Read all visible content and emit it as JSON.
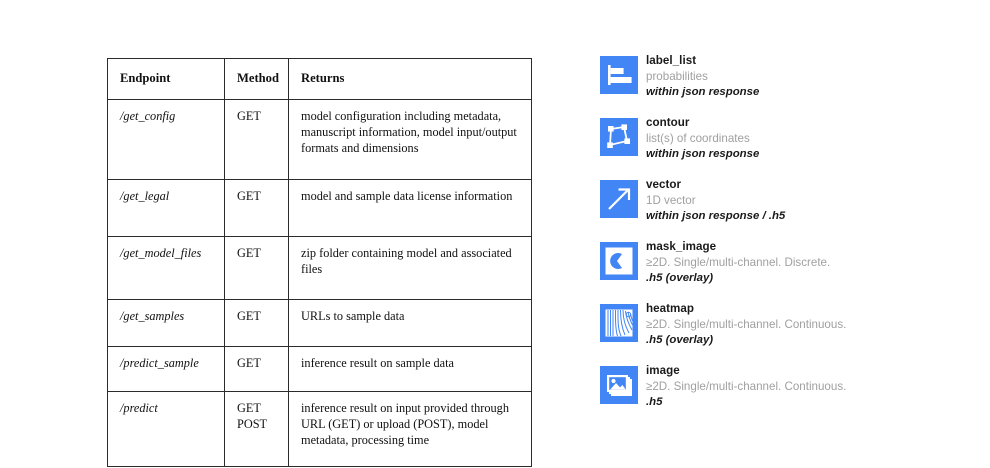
{
  "colors": {
    "brand_blue": "#4285F4",
    "table_border": "#2b2b2b",
    "subtitle_gray": "#a0a0a0",
    "text_black": "#1a1a1a"
  },
  "table": {
    "headers": [
      "Endpoint",
      "Method",
      "Returns"
    ],
    "rows": [
      {
        "endpoint": "/get_config",
        "method": "GET",
        "returns": "model configuration including metadata, manuscript information, model input/output formats and dimensions"
      },
      {
        "endpoint": "/get_legal",
        "method": "GET",
        "returns": "model and sample data license information"
      },
      {
        "endpoint": "/get_model_files",
        "method": "GET",
        "returns": "zip folder containing model and associated files"
      },
      {
        "endpoint": "/get_samples",
        "method": "GET",
        "returns": "URLs to sample data"
      },
      {
        "endpoint": "/predict_sample",
        "method": "GET",
        "returns": "inference result on sample data"
      },
      {
        "endpoint": "/predict",
        "method": "GET\nPOST",
        "returns": "inference result on input provided through URL (GET) or upload (POST), model metadata, processing time"
      }
    ]
  },
  "legend": {
    "items": [
      {
        "icon": "bar-chart-icon",
        "title": "label_list",
        "subtitle": "probabilities",
        "note": "within json response"
      },
      {
        "icon": "polygon-contour-icon",
        "title": "contour",
        "subtitle": "list(s) of coordinates",
        "note": "within json response"
      },
      {
        "icon": "arrow-up-right-icon",
        "title": "vector",
        "subtitle": "1D vector",
        "note": "within json response / .h5"
      },
      {
        "icon": "mask-blob-icon",
        "title": "mask_image",
        "subtitle": "≥2D. Single/multi-channel. Discrete.",
        "note": ".h5 (overlay)"
      },
      {
        "icon": "heatmap-contour-icon",
        "title": "heatmap",
        "subtitle": "≥2D. Single/multi-channel. Continuous.",
        "note": ".h5 (overlay)"
      },
      {
        "icon": "photo-stack-icon",
        "title": "image",
        "subtitle": "≥2D. Single/multi-channel. Continuous.",
        "note": ".h5"
      }
    ]
  }
}
